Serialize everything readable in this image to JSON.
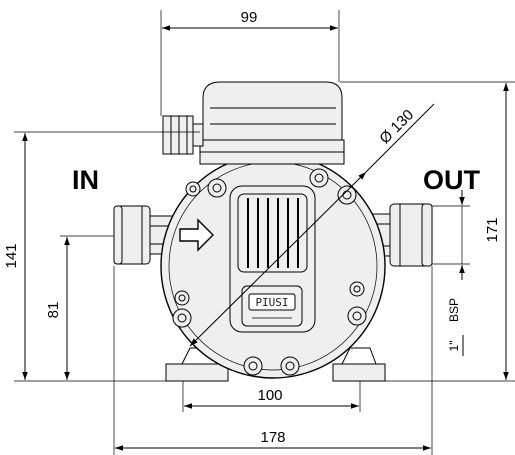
{
  "inlet_label": "IN",
  "outlet_label": "OUT",
  "dimensions": {
    "top_width": "99",
    "diameter": "Ø 130",
    "left_height": "141",
    "left_port_height": "81",
    "right_height": "171",
    "base_width": "100",
    "overall_width": "178"
  },
  "thread": {
    "size": "1\"",
    "standard": "BSP"
  },
  "brand_mark": "PIUSI"
}
